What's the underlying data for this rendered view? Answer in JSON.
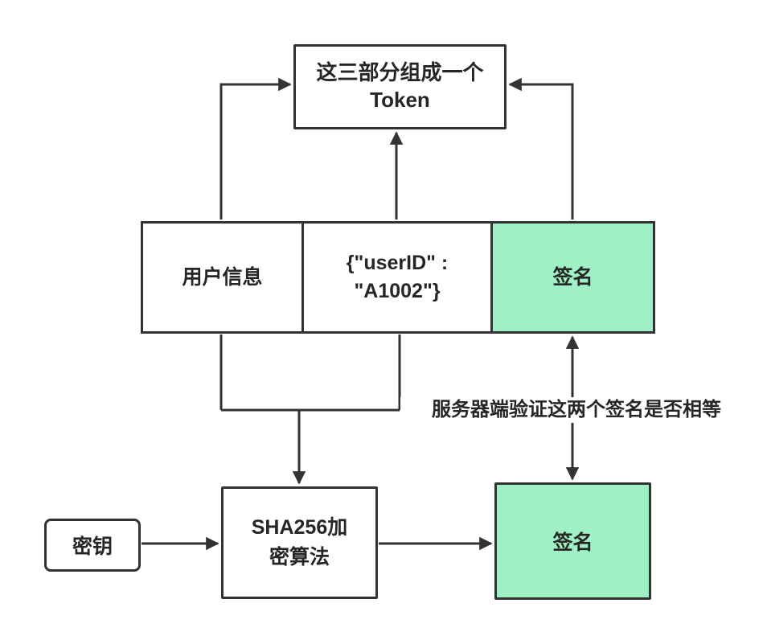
{
  "nodes": {
    "token_note": {
      "line1": "这三部分组成一个",
      "line2": "Token"
    },
    "user_info": {
      "label": "用户信息"
    },
    "payload": {
      "line1": "{\"userID\" :",
      "line2": "\"A1002\"}"
    },
    "signature_token": {
      "label": "签名"
    },
    "secret_key": {
      "label": "密钥"
    },
    "sha256": {
      "line1": "SHA256加",
      "line2": "密算法"
    },
    "signature_computed": {
      "label": "签名"
    }
  },
  "annotations": {
    "verify_note": "服务器端验证这两个签名是否相等"
  },
  "colors": {
    "border": "#333333",
    "arrow": "#333333",
    "box_fill": "#ffffff",
    "signature_fill": "#9ff0c5",
    "text": "#262626",
    "background": "#ffffff"
  }
}
